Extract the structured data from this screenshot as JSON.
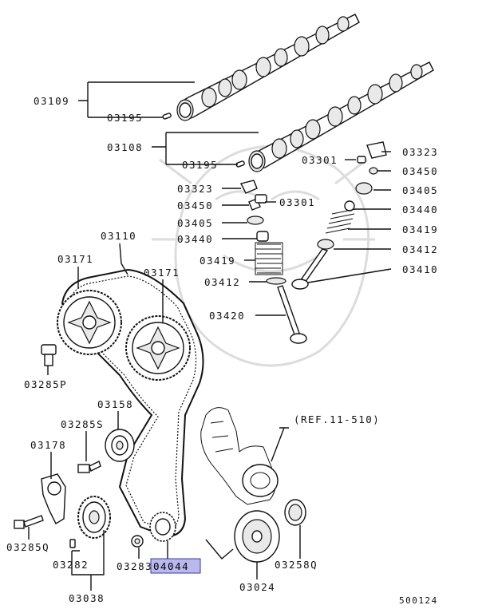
{
  "labels": {
    "p03109": "03109",
    "p03195a": "03195",
    "p03108": "03108",
    "p03195b": "03195",
    "p03301a": "03301",
    "p03323a": "03323",
    "p03450a": "03450",
    "p03405a": "03405",
    "p03440a": "03440",
    "p03419a": "03419",
    "p03412a": "03412",
    "p03410": "03410",
    "p03323b": "03323",
    "p03450b": "03450",
    "p03301b": "03301",
    "p03405b": "03405",
    "p03440b": "03440",
    "p03419b": "03419",
    "p03412b": "03412",
    "p03420": "03420",
    "p03110": "03110",
    "p03171a": "03171",
    "p03171b": "03171",
    "p03285p": "03285P",
    "p03158": "03158",
    "p03285s": "03285S",
    "p03178": "03178",
    "p03285q": "03285Q",
    "p03282": "03282",
    "p03038": "03038",
    "p03283p": "03283P",
    "p04044": "04044",
    "p03024": "03024",
    "p03258q": "03258Q",
    "ref": "(REF.11-510)",
    "diagram_id": "500124"
  },
  "highlight_color": "#b9b9ee"
}
